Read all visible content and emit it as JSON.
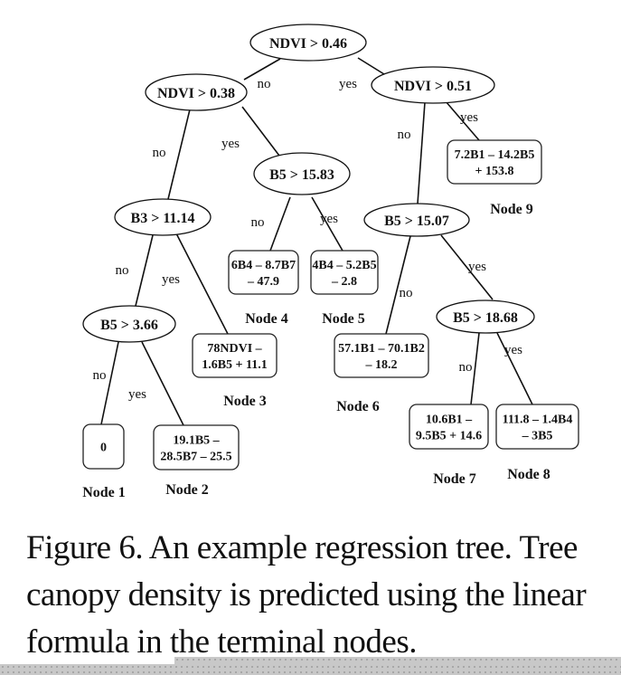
{
  "figure": {
    "caption_lines": [
      "Figure 6. An example regression tree. Tree",
      "canopy density is predicted using the linear",
      "formula in the terminal nodes."
    ]
  },
  "tree": {
    "splits": [
      {
        "id": "s_root",
        "text": "NDVI > 0.46"
      },
      {
        "id": "s_ndvi038",
        "text": "NDVI > 0.38"
      },
      {
        "id": "s_ndvi051",
        "text": "NDVI > 0.51"
      },
      {
        "id": "s_b3",
        "text": "B3 > 11.14"
      },
      {
        "id": "s_b5_1583",
        "text": "B5 > 15.83"
      },
      {
        "id": "s_b5_1507",
        "text": "B5 > 15.07"
      },
      {
        "id": "s_b5_366",
        "text": "B5 > 3.66"
      },
      {
        "id": "s_b5_1868",
        "text": "B5 > 18.68"
      }
    ],
    "leaves": [
      {
        "id": "n1",
        "label": "Node 1",
        "formula": [
          "0"
        ]
      },
      {
        "id": "n2",
        "label": "Node 2",
        "formula": [
          "19.1B5 –",
          "28.5B7 – 25.5"
        ]
      },
      {
        "id": "n3",
        "label": "Node 3",
        "formula": [
          "78NDVI –",
          "1.6B5 + 11.1"
        ]
      },
      {
        "id": "n4",
        "label": "Node 4",
        "formula": [
          "6B4 – 8.7B7",
          "– 47.9"
        ]
      },
      {
        "id": "n5",
        "label": "Node 5",
        "formula": [
          "4B4 – 5.2B5",
          "– 2.8"
        ]
      },
      {
        "id": "n6",
        "label": "Node 6",
        "formula": [
          "57.1B1 – 70.1B2",
          "– 18.2"
        ]
      },
      {
        "id": "n7",
        "label": "Node 7",
        "formula": [
          "10.6B1 –",
          "9.5B5 + 14.6"
        ]
      },
      {
        "id": "n8",
        "label": "Node 8",
        "formula": [
          "111.8 – 1.4B4",
          "– 3B5"
        ]
      },
      {
        "id": "n9",
        "label": "Node 9",
        "formula": [
          "7.2B1 – 14.2B5",
          "+ 153.8"
        ]
      }
    ],
    "edges": [
      {
        "from": "s_root",
        "to": "s_ndvi038",
        "label": "no"
      },
      {
        "from": "s_root",
        "to": "s_ndvi051",
        "label": "yes"
      },
      {
        "from": "s_ndvi038",
        "to": "s_b3",
        "label": "no"
      },
      {
        "from": "s_ndvi038",
        "to": "s_b5_1583",
        "label": "yes"
      },
      {
        "from": "s_ndvi051",
        "to": "s_b5_1507",
        "label": "no"
      },
      {
        "from": "s_ndvi051",
        "to": "n9",
        "label": "yes"
      },
      {
        "from": "s_b3",
        "to": "s_b5_366",
        "label": "no"
      },
      {
        "from": "s_b3",
        "to": "n3",
        "label": "yes"
      },
      {
        "from": "s_b5_1583",
        "to": "n4",
        "label": "no"
      },
      {
        "from": "s_b5_1583",
        "to": "n5",
        "label": "yes"
      },
      {
        "from": "s_b5_1507",
        "to": "n6",
        "label": "no"
      },
      {
        "from": "s_b5_1507",
        "to": "s_b5_1868",
        "label": "yes"
      },
      {
        "from": "s_b5_366",
        "to": "n1",
        "label": "no"
      },
      {
        "from": "s_b5_366",
        "to": "n2",
        "label": "yes"
      },
      {
        "from": "s_b5_1868",
        "to": "n7",
        "label": "no"
      },
      {
        "from": "s_b5_1868",
        "to": "n8",
        "label": "yes"
      }
    ]
  }
}
